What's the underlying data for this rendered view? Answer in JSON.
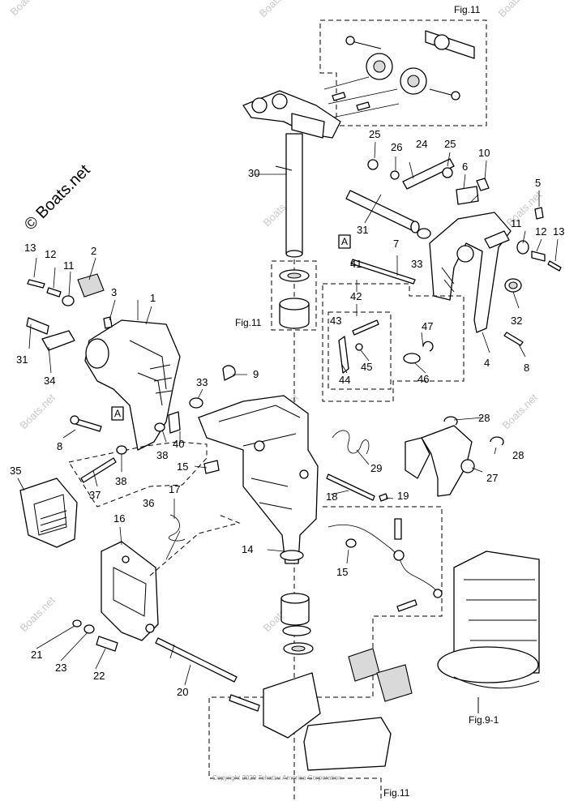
{
  "figure_labels": {
    "fig11_top": "Fig.11",
    "fig11_mid": "Fig.11",
    "fig11_bottom": "Fig.11",
    "fig9_1": "Fig.9-1"
  },
  "box_marker": "A",
  "watermark": "Boats.net",
  "watermark_main": "© Boats.net",
  "copyright": "Copyright 2020 Tohatsu America Corporation",
  "callouts": [
    "1",
    "2",
    "3",
    "4",
    "5",
    "6",
    "7",
    "8",
    "9",
    "10",
    "11",
    "12",
    "13",
    "14",
    "15",
    "16",
    "17",
    "18",
    "19",
    "20",
    "21",
    "22",
    "23",
    "24",
    "25",
    "26",
    "27",
    "28",
    "29",
    "30",
    "31",
    "32",
    "33",
    "34",
    "35",
    "36",
    "37",
    "38",
    "40",
    "41",
    "42",
    "43",
    "44",
    "45",
    "46",
    "47"
  ]
}
